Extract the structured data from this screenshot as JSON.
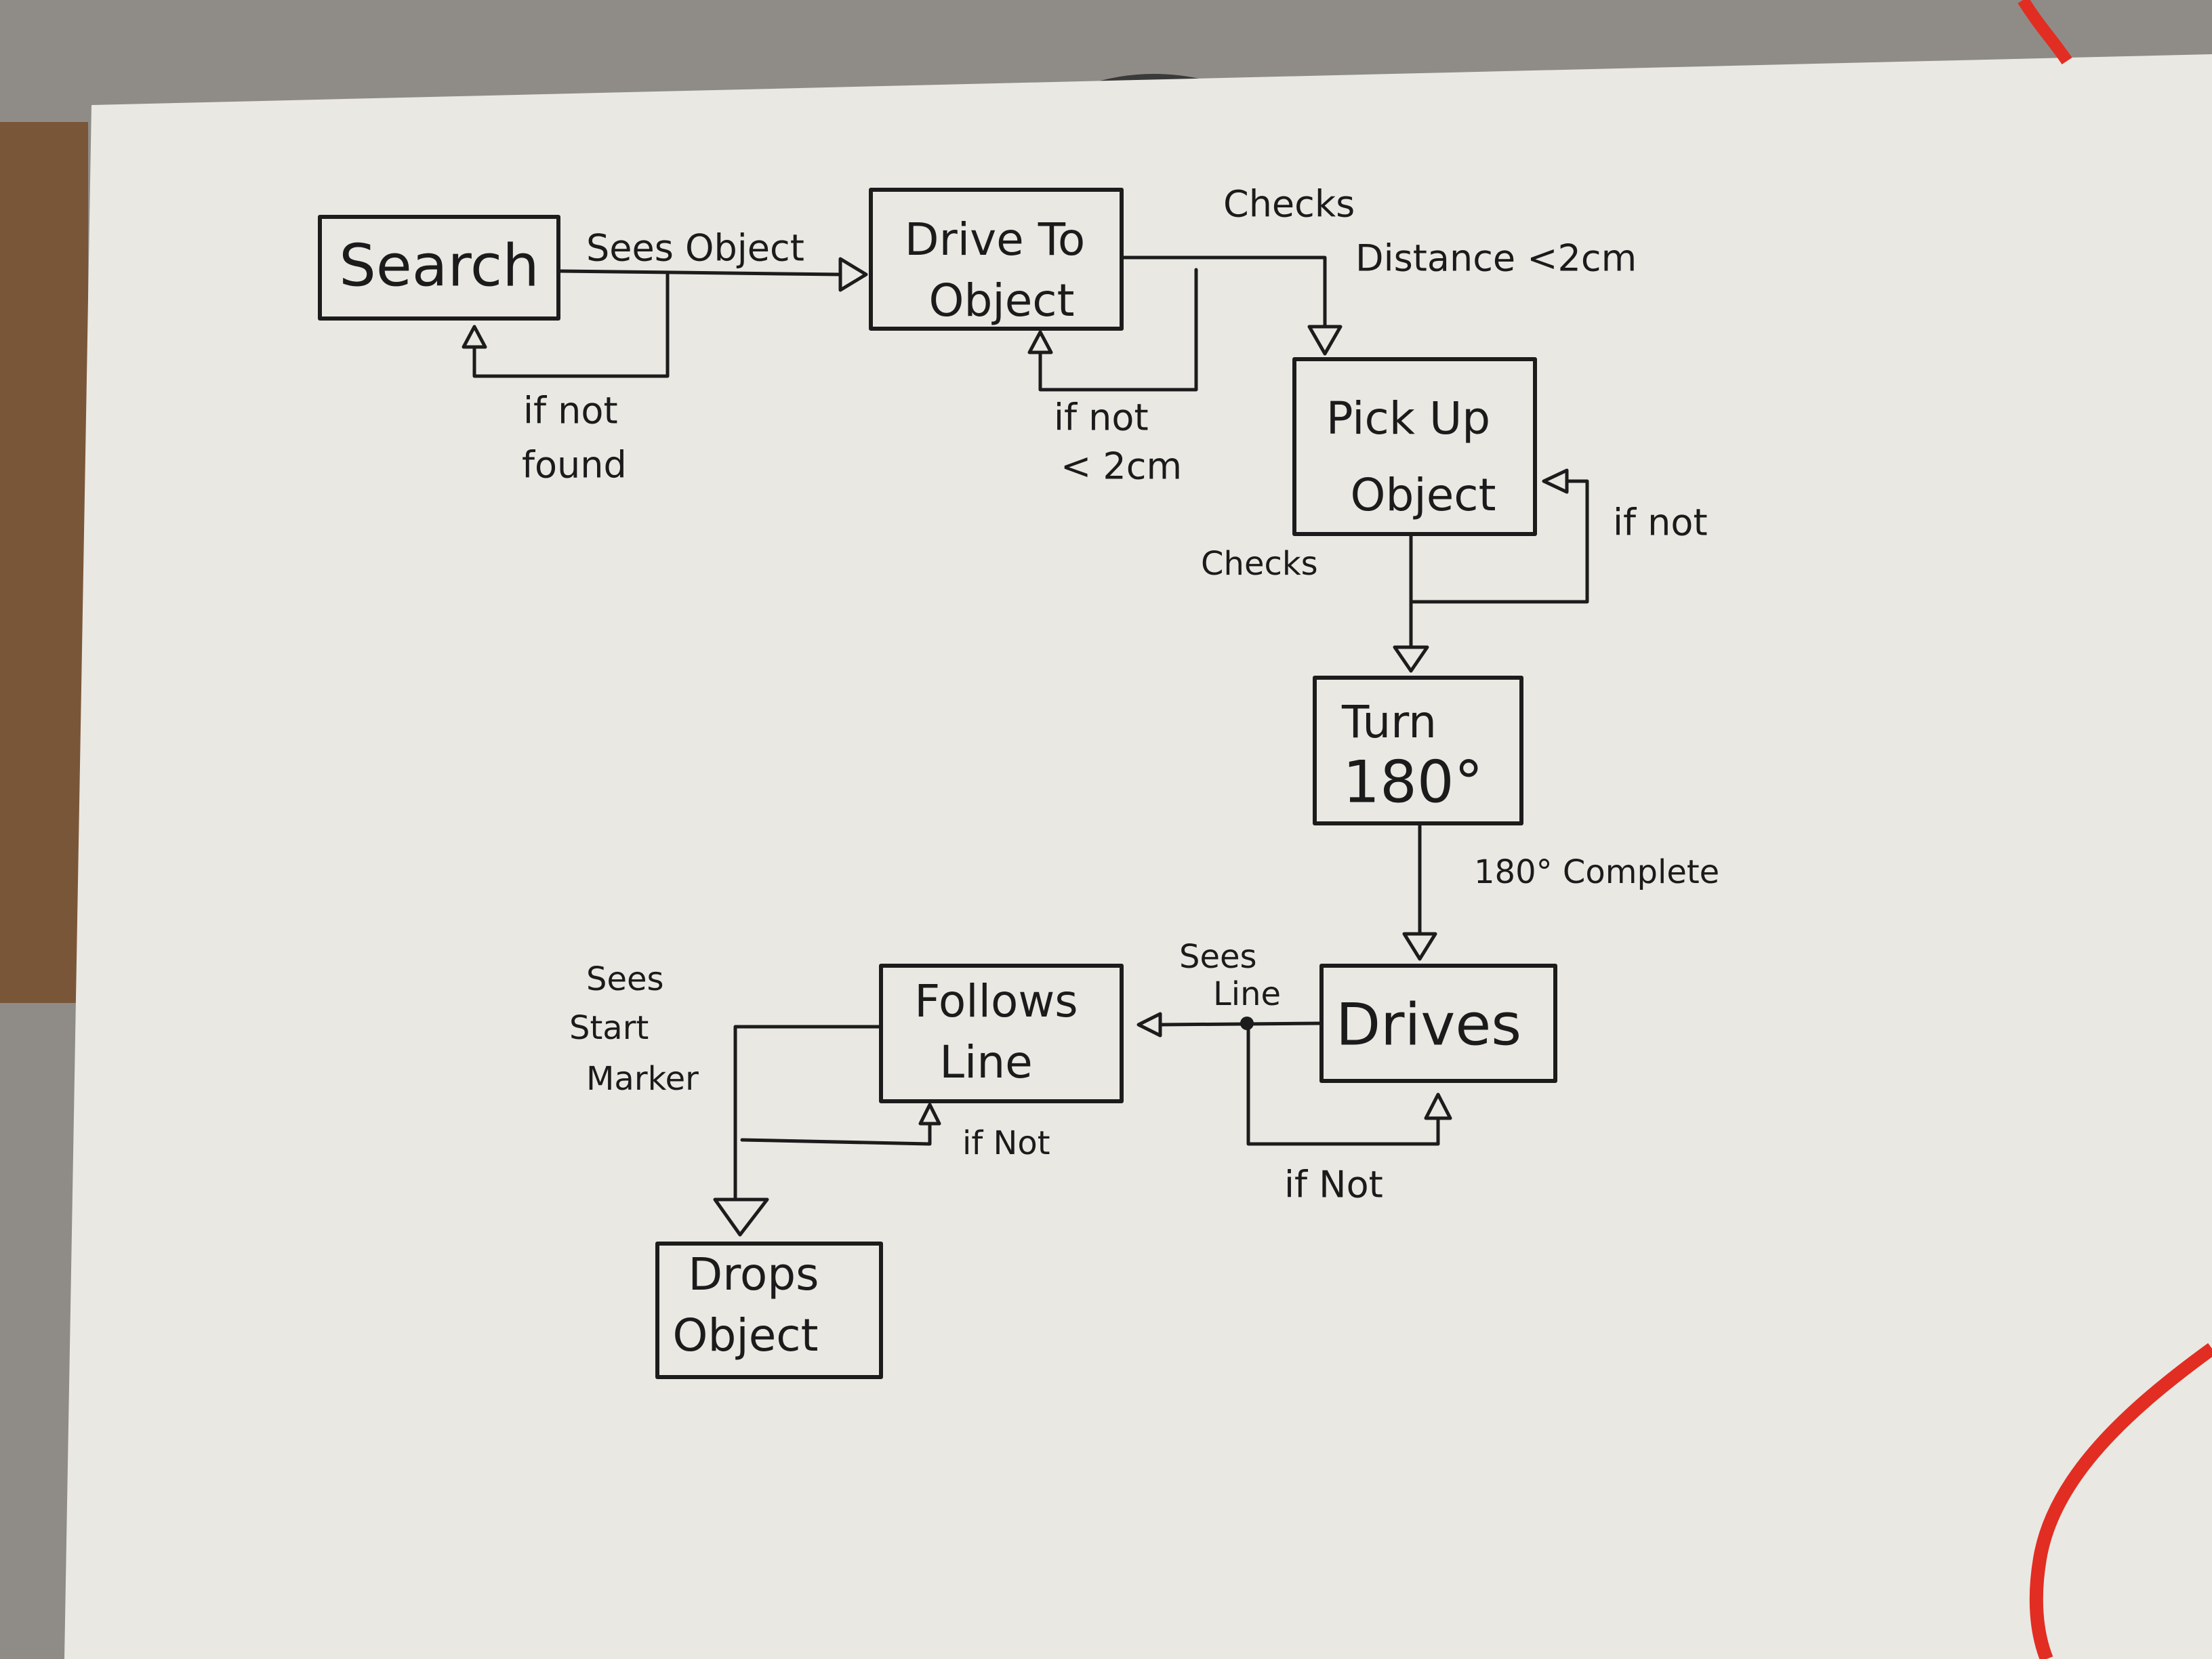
{
  "diagram": {
    "nodes": {
      "search": {
        "lines": [
          "Search"
        ]
      },
      "drive_to_object": {
        "lines": [
          "Drive To",
          "Object"
        ]
      },
      "pick_up_object": {
        "lines": [
          "Pick Up",
          "Object"
        ]
      },
      "turn_180": {
        "lines": [
          "Turn",
          "180°"
        ]
      },
      "drives": {
        "lines": [
          "Drives"
        ]
      },
      "follows_line": {
        "lines": [
          "Follows",
          "Line"
        ]
      },
      "drops_object": {
        "lines": [
          "Drops",
          "Object"
        ]
      }
    },
    "edges": {
      "sees_object": {
        "lines": [
          "Sees Object"
        ]
      },
      "search_if_not_found": {
        "lines": [
          "if not",
          "found"
        ]
      },
      "checks_distance": {
        "lines": [
          "Checks",
          "Distance <2cm"
        ]
      },
      "drive_if_not": {
        "lines": [
          "if not",
          "< 2cm"
        ]
      },
      "pick_checks": {
        "lines": [
          "Checks"
        ]
      },
      "pick_if_not": {
        "lines": [
          "if not"
        ]
      },
      "complete_180": {
        "lines": [
          "180° Complete"
        ]
      },
      "sees_line": {
        "lines": [
          "Sees",
          "Line"
        ]
      },
      "drives_if_not": {
        "lines": [
          "if Not"
        ]
      },
      "sees_start_marker": {
        "lines": [
          "Sees",
          "Start",
          "Marker"
        ]
      },
      "follows_if_not": {
        "lines": [
          "if Not"
        ]
      }
    }
  }
}
